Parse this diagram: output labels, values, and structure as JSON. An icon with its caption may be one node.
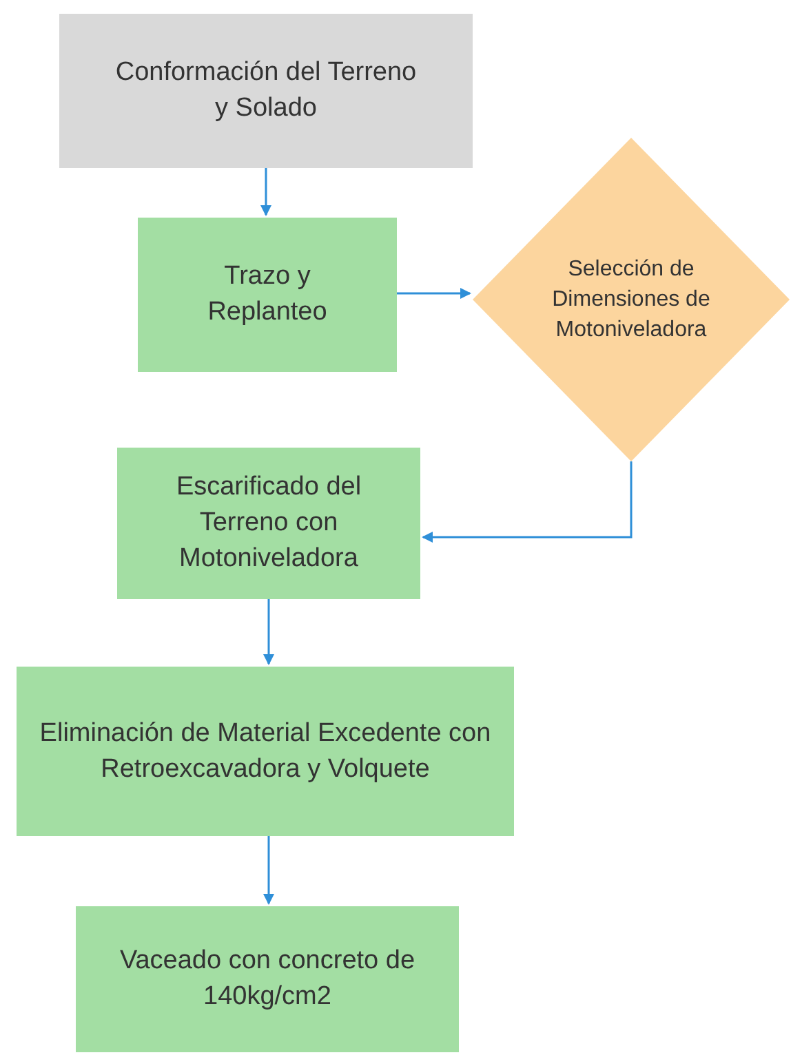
{
  "diagram": {
    "nodes": [
      {
        "text": [
          "Conformación del Terreno y Solado"
        ]
      },
      {
        "text": [
          "Trazo y Replanteo"
        ]
      },
      {
        "text": [
          "Selección de Dimensiones de Motoniveladora"
        ]
      },
      {
        "text": [
          "Escarificado del Terreno con Motoniveladora"
        ]
      },
      {
        "text": [
          "Eliminación de Material Excedente con Retroexcavadora y Volquete"
        ]
      },
      {
        "text": [
          "Vaceado con concreto de 140kg/cm2"
        ]
      }
    ],
    "edges": [
      {
        "from": 0,
        "to": 1,
        "arrow": "to"
      },
      {
        "from": 1,
        "to": 2,
        "arrow": "to"
      },
      {
        "from": 2,
        "to": 3,
        "arrow": "to"
      },
      {
        "from": 3,
        "to": 4,
        "arrow": "to"
      },
      {
        "from": 4,
        "to": 5,
        "arrow": "to"
      }
    ]
  }
}
